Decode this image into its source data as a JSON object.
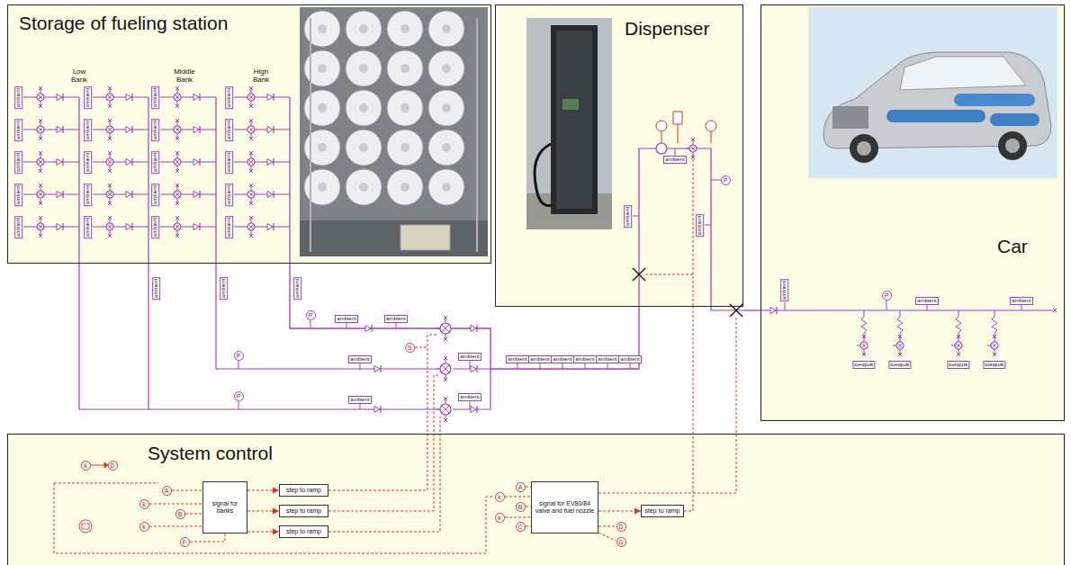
{
  "diagram": {
    "nodes": [
      {
        "text": [
          "Storage of fueling station"
        ]
      },
      {
        "text": [
          "Dispenser"
        ]
      },
      {
        "text": [
          "Car"
        ]
      },
      {
        "text": [
          "System control"
        ]
      },
      {
        "text": [
          "signal for banks"
        ],
        "in": 3
      },
      {
        "text": [
          "step to ramp"
        ],
        "in": 3
      },
      {
        "text": [
          "step to ramp"
        ],
        "in": 3
      },
      {
        "text": [
          "step to ramp"
        ],
        "in": 3
      },
      {
        "text": [
          "signal for EV80/84 valve and fuel nozzle"
        ],
        "in": 3
      },
      {
        "text": [
          "step to ramp"
        ],
        "in": 3
      }
    ],
    "edges": [
      {
        "from": 0,
        "to": 1,
        "arrow": "none"
      },
      {
        "from": 1,
        "to": 2,
        "arrow": "none"
      },
      {
        "from": 4,
        "to": 5,
        "arrow": "to"
      },
      {
        "from": 4,
        "to": 6,
        "arrow": "to"
      },
      {
        "from": 4,
        "to": 7,
        "arrow": "to"
      },
      {
        "from": 8,
        "to": 9,
        "arrow": "to"
      },
      {
        "from": 9,
        "to": 1,
        "arrow": "none"
      }
    ],
    "labels": [
      "Low Bank",
      "Middle Bank",
      "High Bank",
      "ambient",
      "ambient",
      "ambient",
      "ambient",
      "ambient",
      "ambient",
      "ambient",
      "ambient",
      "ambient",
      "ambient",
      "ambient",
      "ambient",
      "ambient",
      "ambient",
      "ambient",
      "ambient",
      "ambient",
      "ambient",
      "ambient",
      "ambient",
      "ambient",
      "ambient",
      "ambient",
      "P",
      "ambient",
      "ambient",
      "S",
      "P",
      "ambient",
      "ambient",
      "ambient",
      "ambient",
      "ambient",
      "ambient",
      "ambient",
      "ambient",
      "P",
      "ambient",
      "ambient",
      "ambient",
      "ambient",
      "P",
      "ambient",
      "ambient",
      "P",
      "ambient",
      "ambient",
      "ambient",
      "ambient",
      "ambient",
      "ambient",
      "k",
      "D",
      "A",
      "k",
      "B",
      "k",
      "F",
      "k",
      "k",
      "A",
      "B",
      "C",
      "D",
      "G"
    ]
  }
}
